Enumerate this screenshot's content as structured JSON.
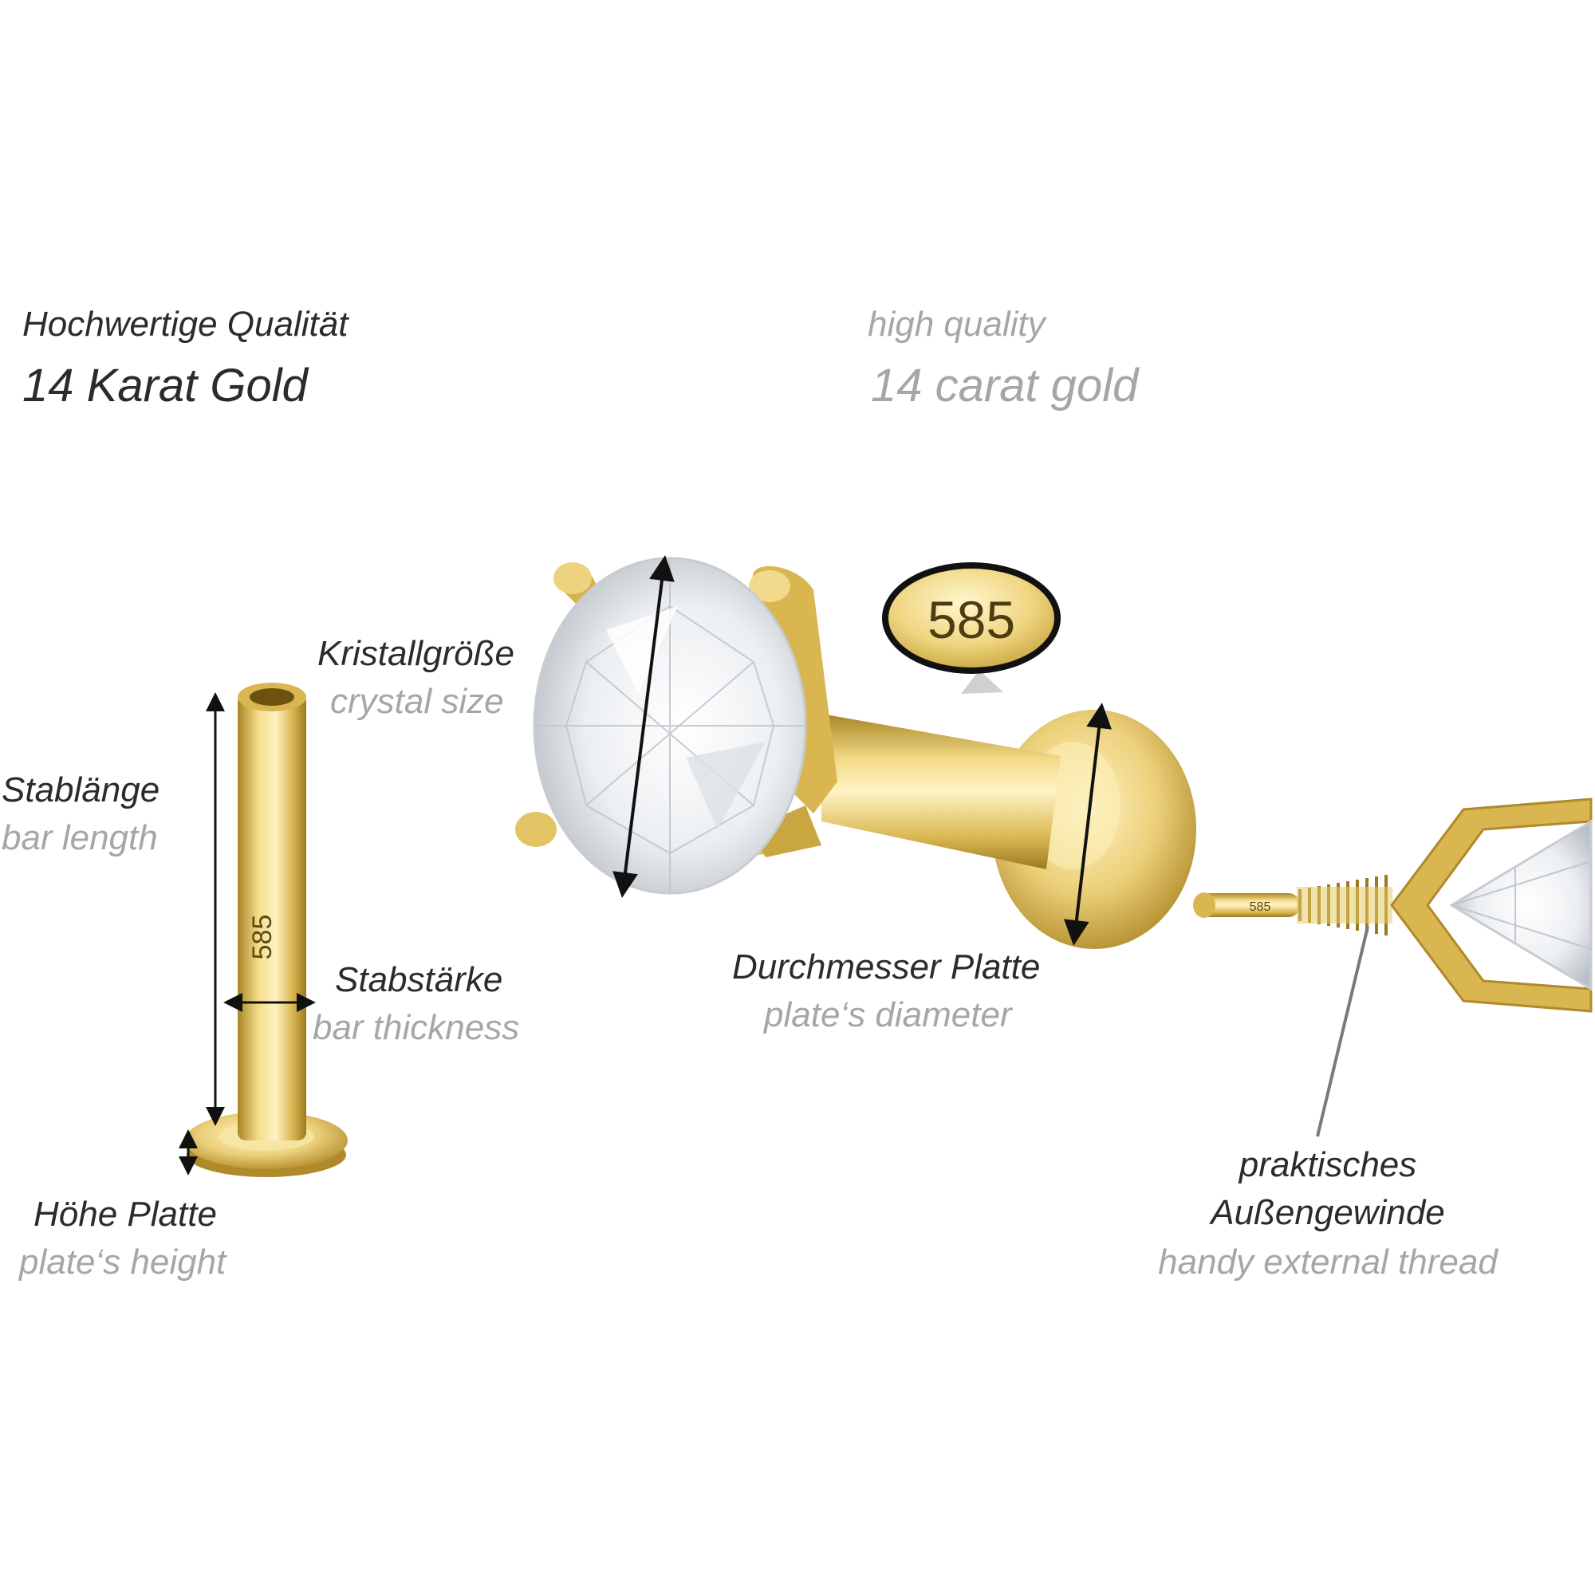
{
  "header": {
    "de_quality": "Hochwertige Qualität",
    "de_gold": "14 Karat Gold",
    "en_quality": "high quality",
    "en_gold": "14 carat gold"
  },
  "stamp": "585",
  "labels": {
    "crystal_de": "Kristallgröße",
    "crystal_en": "crystal size",
    "barlength_de": "Stablänge",
    "barlength_en": "bar length",
    "barthick_de": "Stabstärke",
    "barthick_en": "bar thickness",
    "platediam_de": "Durchmesser Platte",
    "platediam_en": "plate‘s diameter",
    "plateheight_de": "Höhe Platte",
    "plateheight_en": "plate‘s height",
    "thread_de_1": "praktisches",
    "thread_de_2": "Außengewinde",
    "thread_en": "handy external thread"
  },
  "colors": {
    "gold": "#e2c25a",
    "gold_dark": "#b08a2a",
    "label_dark": "#2b2b2b",
    "label_light": "#a6a6a6"
  }
}
